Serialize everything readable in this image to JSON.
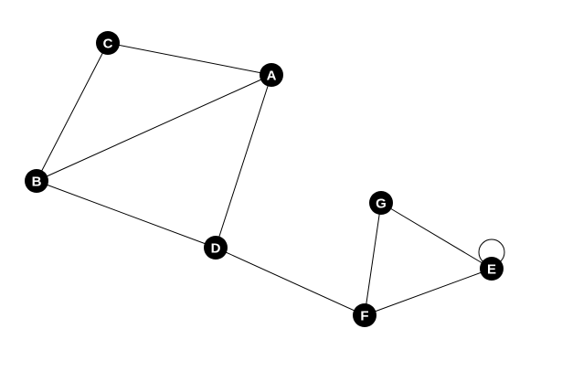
{
  "graph": {
    "directed": false,
    "nodes": [
      {
        "id": "A",
        "label": "A"
      },
      {
        "id": "B",
        "label": "B"
      },
      {
        "id": "C",
        "label": "C"
      },
      {
        "id": "D",
        "label": "D"
      },
      {
        "id": "E",
        "label": "E"
      },
      {
        "id": "F",
        "label": "F"
      },
      {
        "id": "G",
        "label": "G"
      }
    ],
    "edges": [
      {
        "from": "C",
        "to": "A"
      },
      {
        "from": "C",
        "to": "B"
      },
      {
        "from": "B",
        "to": "A"
      },
      {
        "from": "A",
        "to": "D"
      },
      {
        "from": "B",
        "to": "D"
      },
      {
        "from": "D",
        "to": "F"
      },
      {
        "from": "F",
        "to": "G"
      },
      {
        "from": "F",
        "to": "E"
      },
      {
        "from": "G",
        "to": "E"
      },
      {
        "from": "E",
        "to": "E"
      }
    ]
  },
  "colors": {
    "background": "#ffffff",
    "node_fill": "#000000",
    "label_text": "#ffffff",
    "edge_stroke": "#000000"
  }
}
